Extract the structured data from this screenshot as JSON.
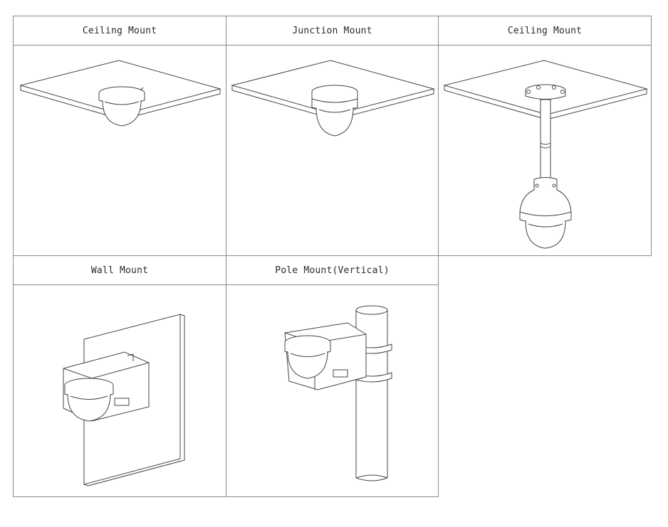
{
  "panels": [
    {
      "id": "ceiling-mount-1",
      "title": "Ceiling Mount"
    },
    {
      "id": "junction-mount",
      "title": "Junction Mount"
    },
    {
      "id": "ceiling-mount-2",
      "title": "Ceiling Mount"
    },
    {
      "id": "wall-mount",
      "title": "Wall Mount"
    },
    {
      "id": "pole-mount-vertical",
      "title": "Pole Mount(Vertical)"
    }
  ]
}
